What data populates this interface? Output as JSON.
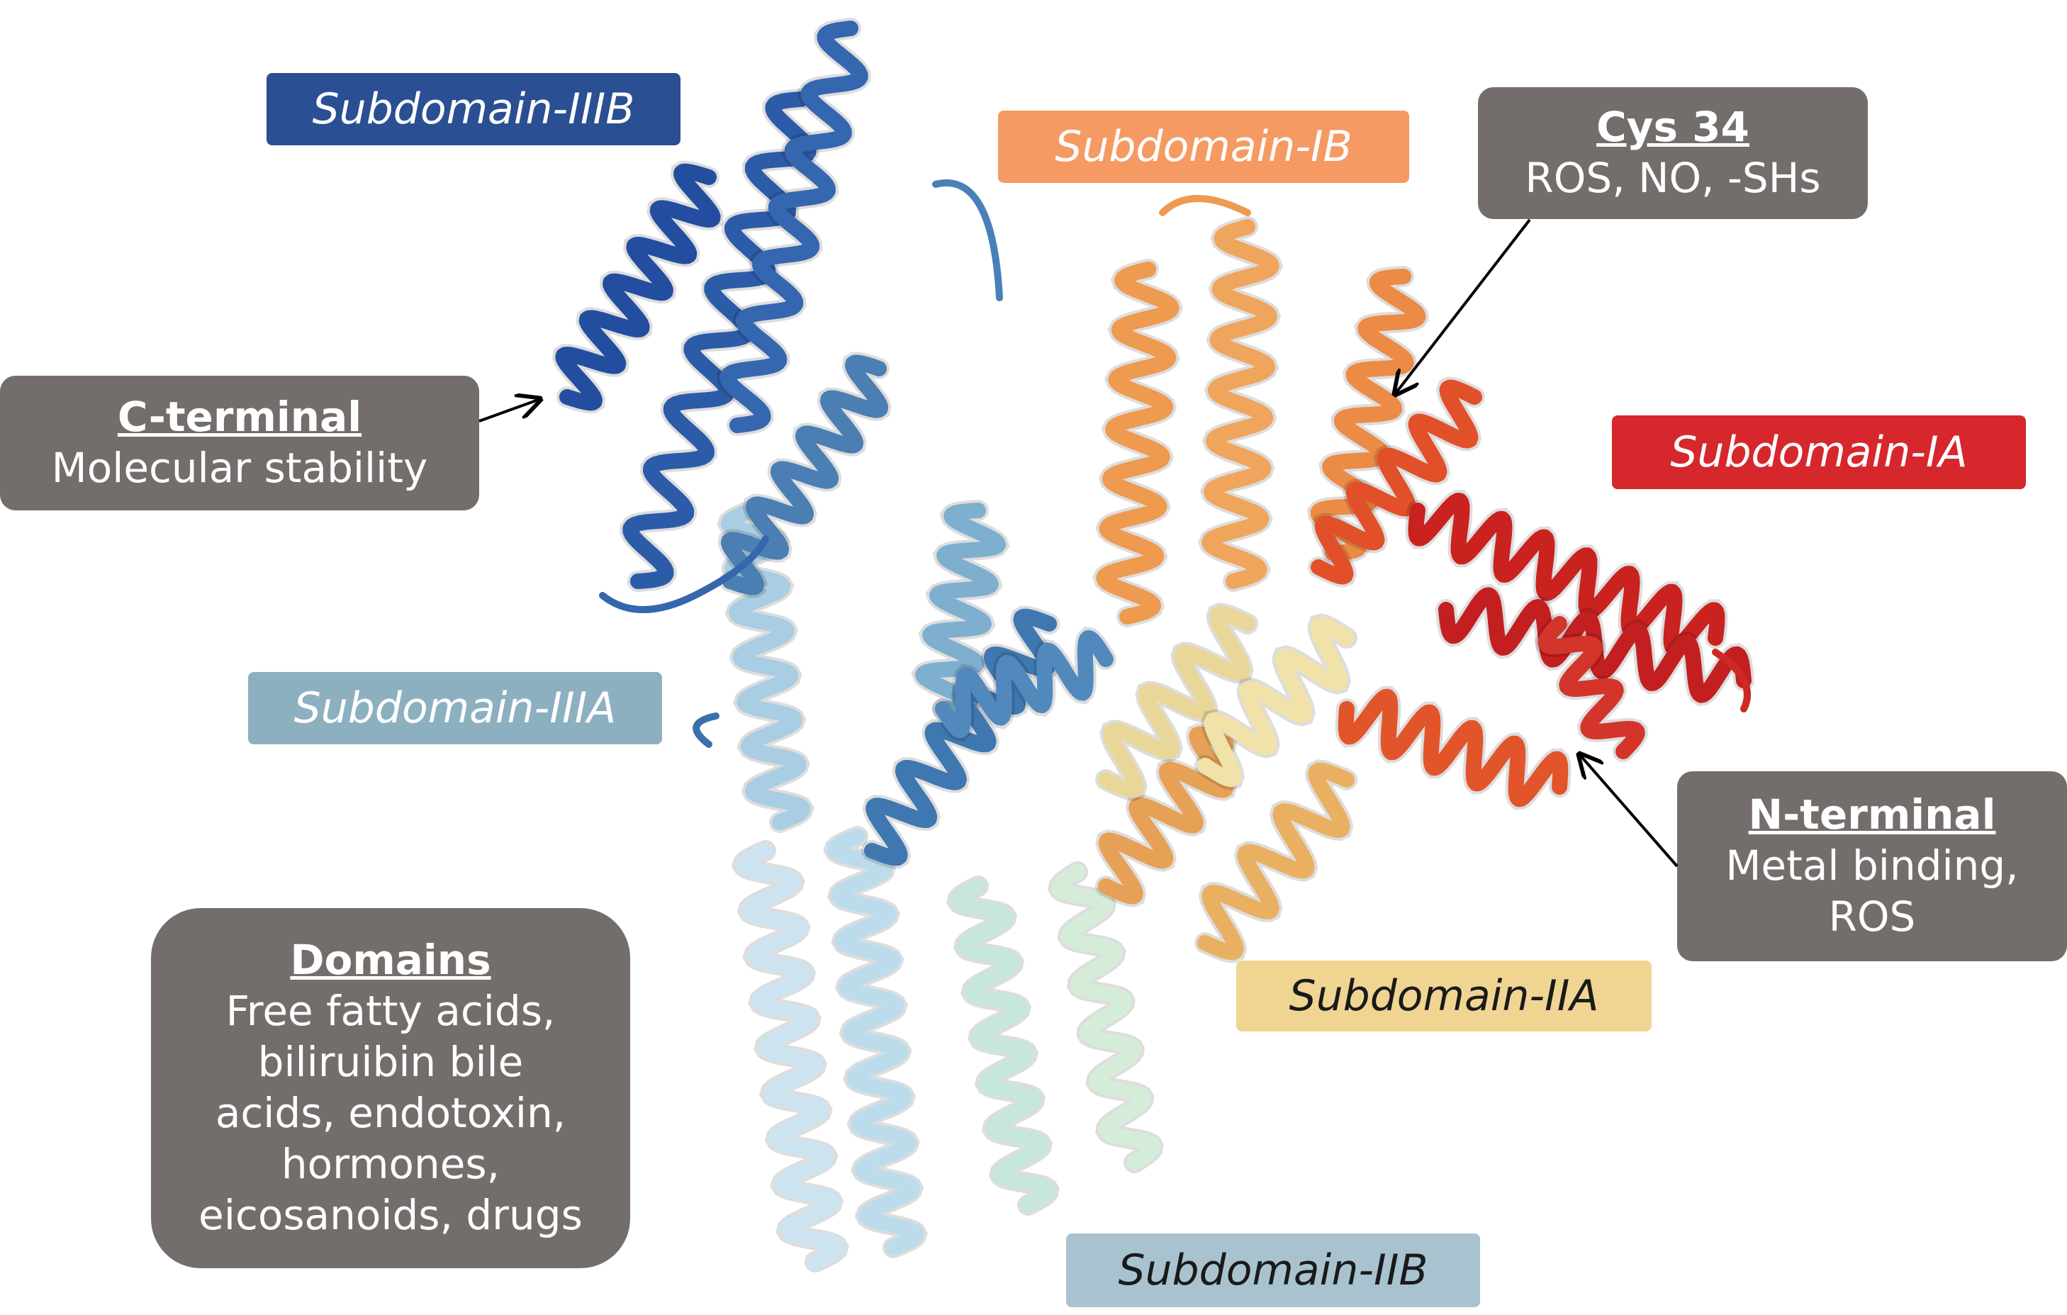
{
  "subdomain_labels": {
    "iiib": {
      "text": "Subdomain-IIIB",
      "bg": "#2a4f93",
      "color": "#ffffff"
    },
    "ib": {
      "text": "Subdomain-IB",
      "bg": "#f49a62",
      "color": "#ffffff"
    },
    "ia": {
      "text": "Subdomain-IA",
      "bg": "#d6272d",
      "color": "#ffffff"
    },
    "iiia": {
      "text": "Subdomain-IIIA",
      "bg": "#8cb0bf",
      "color": "#ffffff"
    },
    "iia": {
      "text": "Subdomain-IIA",
      "bg": "#f0d592",
      "color": "#1a1a1a"
    },
    "iib": {
      "text": "Subdomain-IIB",
      "bg": "#a8c3cf",
      "color": "#1a1a1a"
    }
  },
  "info_boxes": {
    "cys34": {
      "title": "Cys 34",
      "detail": "ROS, NO, -SHs"
    },
    "c_terminal": {
      "title": "C-terminal",
      "detail": "Molecular stability"
    },
    "n_terminal": {
      "title": "N-terminal",
      "detail": "Metal binding,\nROS"
    },
    "domains": {
      "title": "Domains",
      "detail": "Free fatty acids,\nbiliruibin bile\nacids, endotoxin,\nhormones,\neicosanoids, drugs"
    }
  },
  "colors": {
    "box_bg": "#736e6c",
    "domain_i": "#e2552a",
    "domain_ia": "#c9221f",
    "domain_ib": "#ee9a4f",
    "domain_ii": "#e9d79a",
    "domain_iii": "#4b7fb3",
    "domain_iiib": "#234ea0",
    "domain_light": "#bcdcec"
  }
}
